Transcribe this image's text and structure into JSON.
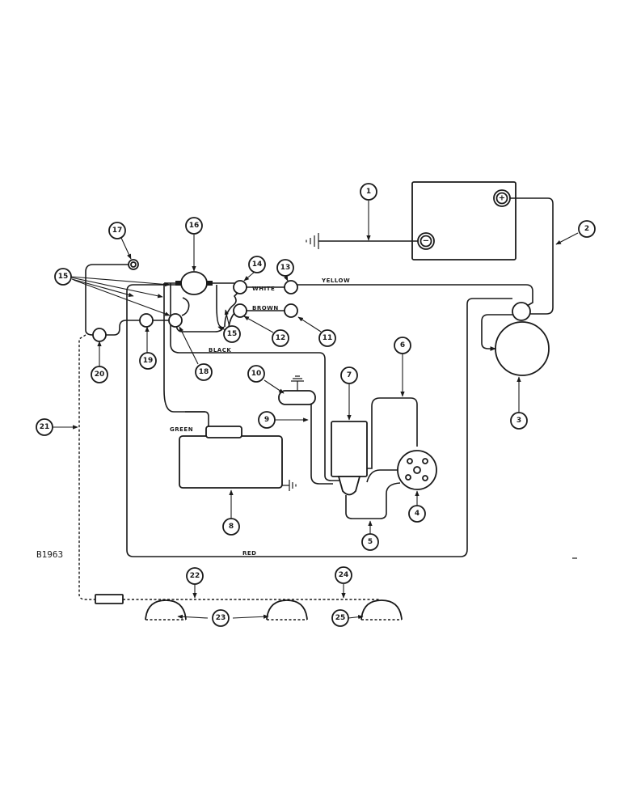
{
  "drawing_code": "B1963",
  "wire_labels": {
    "yellow": "YELLOW",
    "white": "WHITE",
    "brown": "BROWN",
    "black": "BLACK",
    "green": "GREEN",
    "red": "RED"
  },
  "callouts": {
    "c1": "1",
    "c2": "2",
    "c3": "3",
    "c4": "4",
    "c5": "5",
    "c6": "6",
    "c7": "7",
    "c8": "8",
    "c9": "9",
    "c10": "10",
    "c11": "11",
    "c12": "12",
    "c13": "13",
    "c14": "14",
    "c15": "15",
    "c15b": "15",
    "c16": "16",
    "c17": "17",
    "c18": "18",
    "c19": "19",
    "c20": "20",
    "c21": "21",
    "c22": "22",
    "c23": "23",
    "c24": "24",
    "c25": "25"
  },
  "battery": {
    "positive": "+",
    "negative": "−"
  }
}
